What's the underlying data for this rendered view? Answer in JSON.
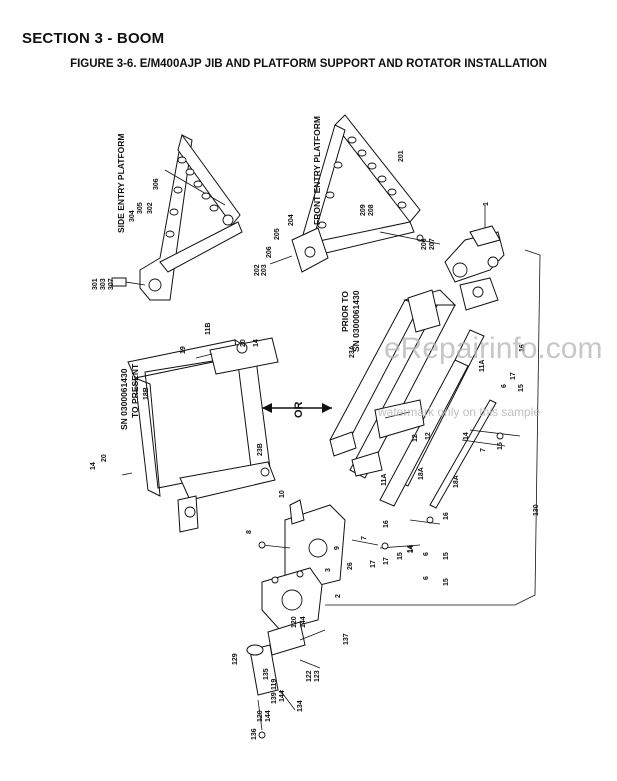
{
  "header": {
    "section_title": "SECTION 3 - BOOM",
    "figure_title": "FIGURE 3-6. E/M400AJP JIB AND PLATFORM SUPPORT AND ROTATOR INSTALLATION"
  },
  "captions": {
    "side_entry": "SIDE ENTRY PLATFORM",
    "front_entry": "FRONT ENTRY PLATFORM",
    "prior_line1": "PRIOR TO",
    "prior_line2": "SN 0300061430",
    "present_line1": "SN 0300061430",
    "present_line2": "TO PRESENT",
    "or": "OR"
  },
  "watermark": {
    "main": "eRepairinfo.com",
    "sub": "watermark only on this sample"
  },
  "callouts": {
    "side_platform": [
      "301",
      "303",
      "307",
      "304",
      "305",
      "302",
      "306"
    ],
    "front_platform": [
      "201",
      "202",
      "203",
      "204",
      "205",
      "206",
      "209",
      "208",
      "207",
      "206"
    ],
    "jib_new": [
      "19",
      "11B",
      "20",
      "14",
      "18B",
      "23B",
      "14",
      "20"
    ],
    "jib_old": [
      "1",
      "23A",
      "11A",
      "18A",
      "12",
      "16",
      "6",
      "17",
      "15",
      "14",
      "7",
      "15",
      "16",
      "17",
      "6",
      "15",
      "14",
      "12",
      "11A",
      "16",
      "18A",
      "130"
    ],
    "rotator": [
      "10",
      "8",
      "9",
      "7",
      "17",
      "15",
      "14",
      "6",
      "15",
      "26",
      "3",
      "2",
      "120",
      "144",
      "137",
      "129",
      "135",
      "119",
      "144",
      "139",
      "122",
      "123",
      "134",
      "120",
      "144",
      "136"
    ]
  }
}
